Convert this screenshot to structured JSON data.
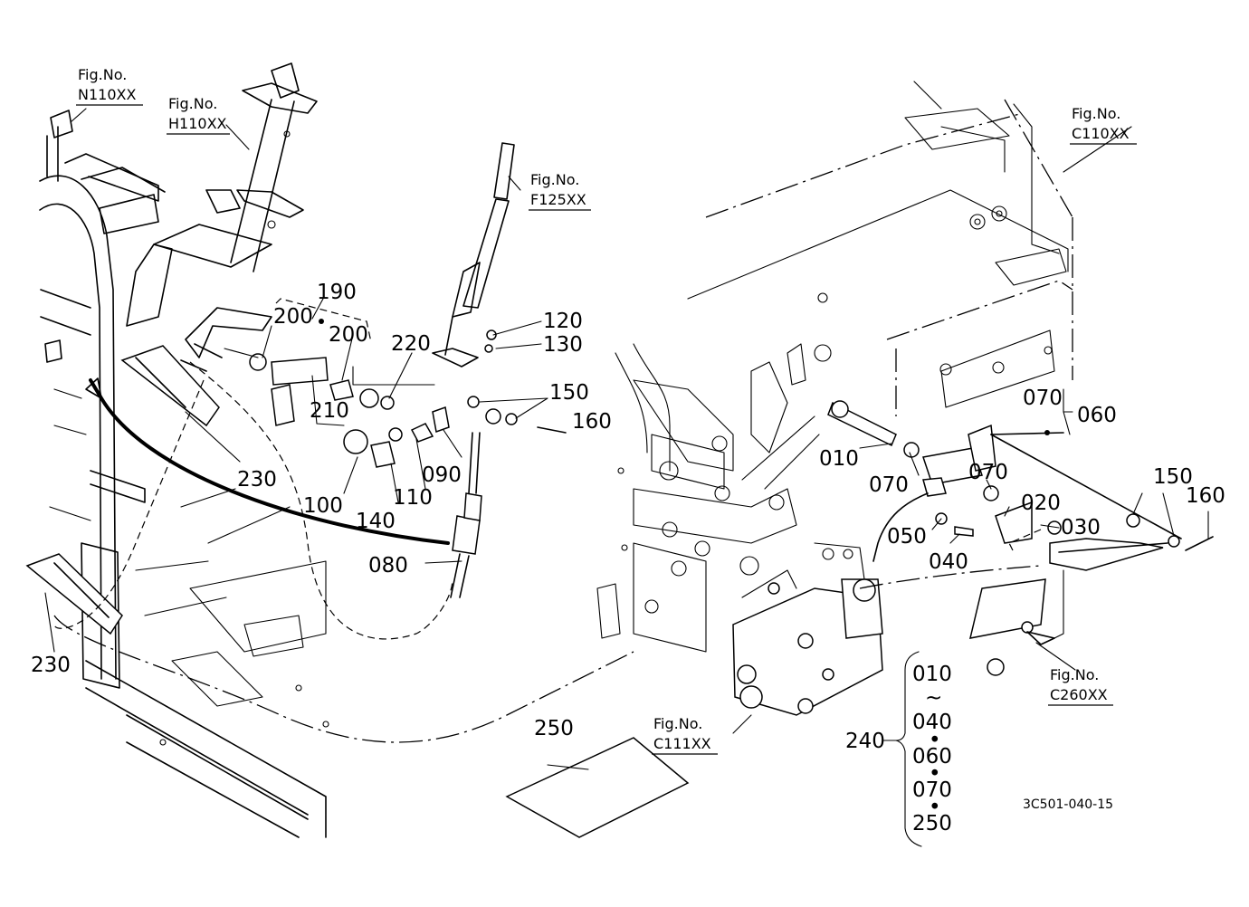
{
  "figure_refs": [
    {
      "id": "n110",
      "line1": "Fig.No.",
      "line2": "N110XX"
    },
    {
      "id": "h110",
      "line1": "Fig.No.",
      "line2": "H110XX"
    },
    {
      "id": "f125",
      "line1": "Fig.No.",
      "line2": "F125XX"
    },
    {
      "id": "c110",
      "line1": "Fig.No.",
      "line2": "C110XX"
    },
    {
      "id": "c260",
      "line1": "Fig.No.",
      "line2": "C260XX"
    },
    {
      "id": "c111",
      "line1": "Fig.No.",
      "line2": "C111XX"
    }
  ],
  "part_labels": {
    "p190": "190",
    "p200a": "200",
    "p200b": "200",
    "p220": "220",
    "p120": "120",
    "p130": "130",
    "p150a": "150",
    "p160a": "160",
    "p210": "210",
    "p230a": "230",
    "p230b": "230",
    "p100": "100",
    "p140": "140",
    "p110": "110",
    "p090": "090",
    "p080": "080",
    "p070a": "070",
    "p060": "060",
    "p010": "010",
    "p070b": "070",
    "p070c": "070",
    "p020": "020",
    "p030": "030",
    "p050": "050",
    "p040": "040",
    "p150b": "150",
    "p160b": "160",
    "p250": "250",
    "p240": "240"
  },
  "kit_240": {
    "items": [
      "010",
      "~",
      "040",
      "•",
      "060",
      "•",
      "070",
      "•",
      "250"
    ]
  },
  "drawing_code": "3C501-040-15"
}
